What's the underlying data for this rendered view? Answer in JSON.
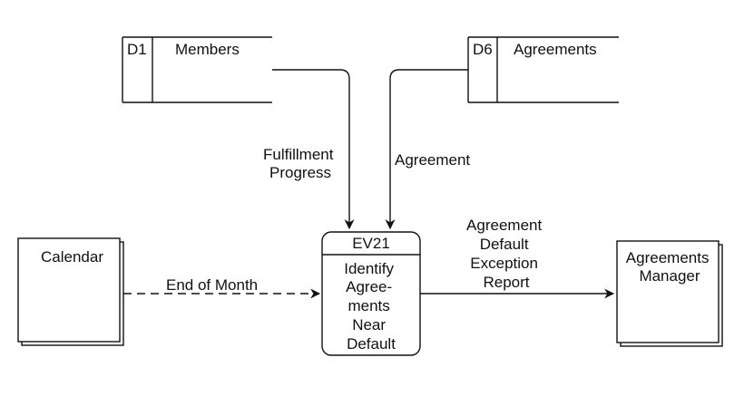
{
  "data_stores": [
    {
      "id": "D1",
      "name": "Members"
    },
    {
      "id": "D6",
      "name": "Agreements"
    }
  ],
  "external_entities": [
    {
      "name": "Calendar"
    },
    {
      "name_lines": [
        "Agreements",
        "Manager"
      ]
    }
  ],
  "process": {
    "id": "EV21",
    "name_lines": [
      "Identify",
      "Agree-",
      "ments",
      "Near",
      "Default"
    ]
  },
  "flows": {
    "fulfillment": [
      "Fulfillment",
      "Progress"
    ],
    "agreement": "Agreement",
    "end_of_month": "End of Month",
    "report": [
      "Agreement",
      "Default",
      "Exception",
      "Report"
    ]
  }
}
